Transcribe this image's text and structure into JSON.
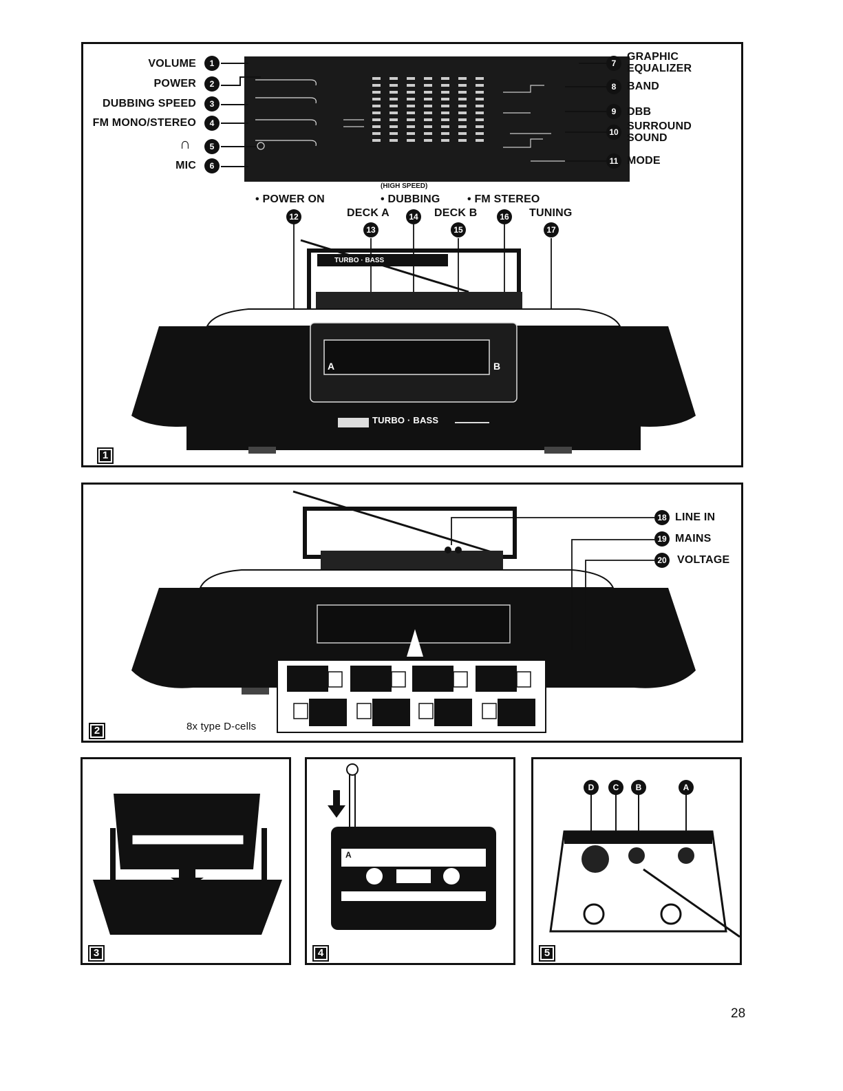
{
  "page_number": "28",
  "figure1": {
    "fig_num": "1",
    "left_labels": [
      {
        "text": "VOLUME",
        "num": "1"
      },
      {
        "text": "POWER",
        "num": "2"
      },
      {
        "text": "DUBBING SPEED",
        "num": "3"
      },
      {
        "text": "FM MONO/STEREO",
        "num": "4"
      },
      {
        "text": "",
        "num": "5"
      },
      {
        "text": "MIC",
        "num": "6"
      }
    ],
    "right_labels": [
      {
        "text": "GRAPHIC",
        "text2": "EQUALIZER",
        "num": "7"
      },
      {
        "text": "BAND",
        "num": "8"
      },
      {
        "text": "DBB",
        "num": "9"
      },
      {
        "text": "SURROUND",
        "text2": "SOUND",
        "num": "10"
      },
      {
        "text": "MODE",
        "num": "11"
      }
    ],
    "power_on": "• POWER ON",
    "high_speed": "(HIGH SPEED)",
    "dubbing": "• DUBBING",
    "fm_stereo": "• FM STEREO",
    "deck_a": "DECK A",
    "deck_b": "DECK B",
    "tuning": "TUNING",
    "nums_bottom": [
      "12",
      "13",
      "14",
      "15",
      "16",
      "17"
    ],
    "turbo_bass": "TURBO · BASS",
    "turbo_bass_front": "TURBO · BASS",
    "side_a": "A",
    "side_b": "B"
  },
  "figure2": {
    "fig_num": "2",
    "labels": [
      {
        "text": "LINE IN",
        "num": "18"
      },
      {
        "text": "MAINS",
        "num": "19"
      },
      {
        "text": "VOLTAGE",
        "num": "20"
      }
    ],
    "battery_caption": "8x type D-cells"
  },
  "figure3": {
    "fig_num": "3"
  },
  "figure4": {
    "fig_num": "4",
    "cassette_side": "A"
  },
  "figure5": {
    "fig_num": "5",
    "letters": [
      "D",
      "C",
      "B",
      "A"
    ]
  }
}
